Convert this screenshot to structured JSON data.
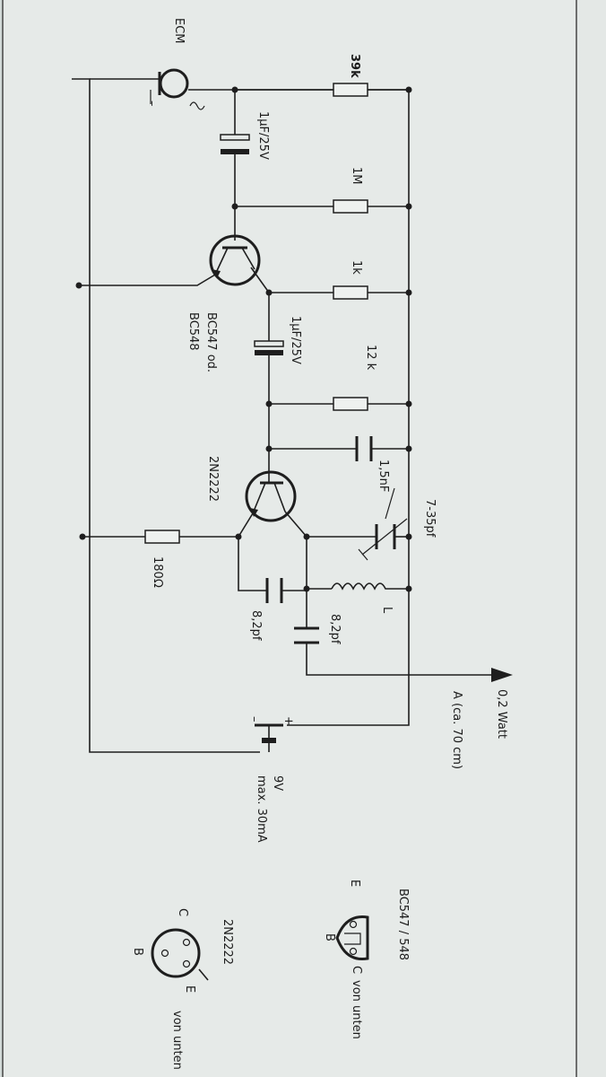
{
  "labels": {
    "ecm": "ECM",
    "ecm_minus": "–",
    "ecm_ac": "~",
    "r_39k": "39k",
    "c_1uf_a": "1µF/25V",
    "r_1m": "1M",
    "r_1k": "1k",
    "q1_name": "BC547 od.",
    "q1_alt": "BC548",
    "c_1uf_b": "1µF/25V",
    "r_12k": "12 k",
    "c_1_5nf": "1,5nF",
    "q2_name": "2N2222",
    "c_trim": "7-35pf",
    "r_180": "180Ω",
    "l_coil": "L",
    "c_8_2pf_a": "8,2pf",
    "c_8_2pf_b": "8,2pf",
    "power_out": "0,2 Watt",
    "antenna": "A  (ca. 70 cm)",
    "bat_plus": "+",
    "bat_minus": "–",
    "bat_volt": "9V",
    "bat_current": "max. 30mA"
  },
  "pinout_bc547": {
    "title": "BC547 / 548",
    "pin_e": "E",
    "pin_b": "B",
    "pin_c": "C",
    "view": "von unten"
  },
  "pinout_2n2222": {
    "title": "2N2222",
    "pin_c": "C",
    "pin_b": "B",
    "pin_e": "E",
    "view": "von unten"
  }
}
